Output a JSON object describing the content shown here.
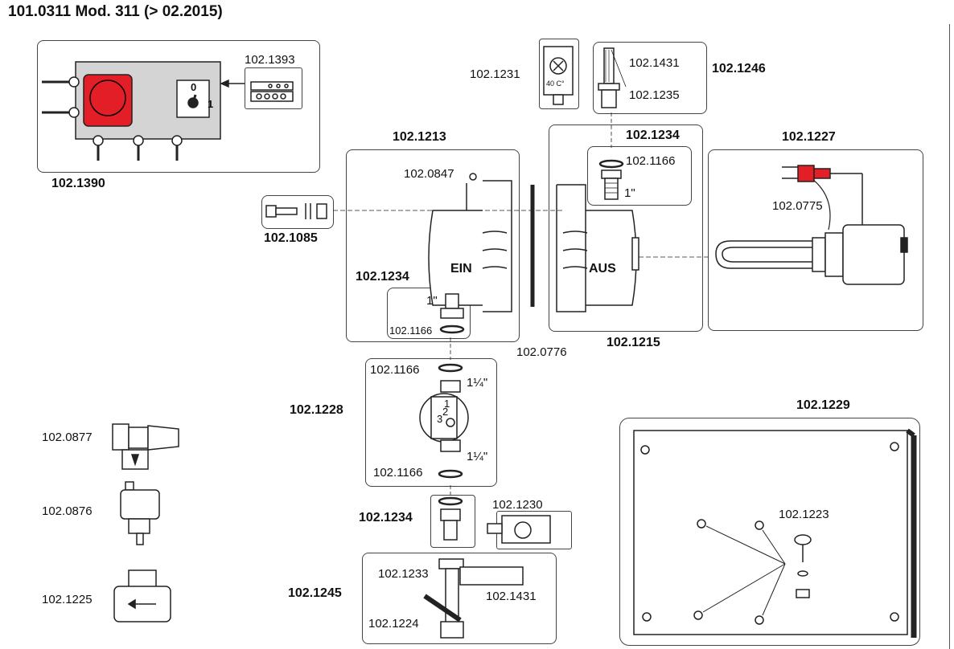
{
  "title": "101.0311 Mod. 311 (> 02.2015)",
  "colors": {
    "red": "#e31e26",
    "panel_gray": "#d4d4d4",
    "line": "#222222"
  },
  "labels": {
    "p1390": "102.1390",
    "p1393": "102.1393",
    "p1231": "102.1231",
    "p1431_top": "102.1431",
    "p1235": "102.1235",
    "p1246": "102.1246",
    "p1213": "102.1213",
    "p0847": "102.0847",
    "p1234_top": "102.1234",
    "p1166_top": "102.1166",
    "in1_top": "1\"",
    "p1227": "102.1227",
    "p0775": "102.0775",
    "p1085": "102.1085",
    "ein": "EIN",
    "aus": "AUS",
    "p1234_mid": "102.1234",
    "in1_mid": "1\"",
    "p1166_mid": "102.1166",
    "p0776": "102.0776",
    "p1215": "102.1215",
    "p1166_a": "102.1166",
    "in114_a": "1¼\"",
    "p1228": "102.1228",
    "in114_b": "1¼\"",
    "p1166_b": "102.1166",
    "p1229": "102.1229",
    "p0877": "102.0877",
    "p0876": "102.0876",
    "p1234_low": "102.1234",
    "p1230": "102.1230",
    "p1223": "102.1223",
    "p1245": "102.1245",
    "p1233": "102.1233",
    "p1431_low": "102.1431",
    "p1225": "102.1225",
    "p1224": "102.1224",
    "switch_0": "0",
    "switch_1": "1",
    "thermo_temp": "40 C°",
    "pump_n1": "1",
    "pump_n2": "2",
    "pump_n3": "3"
  }
}
